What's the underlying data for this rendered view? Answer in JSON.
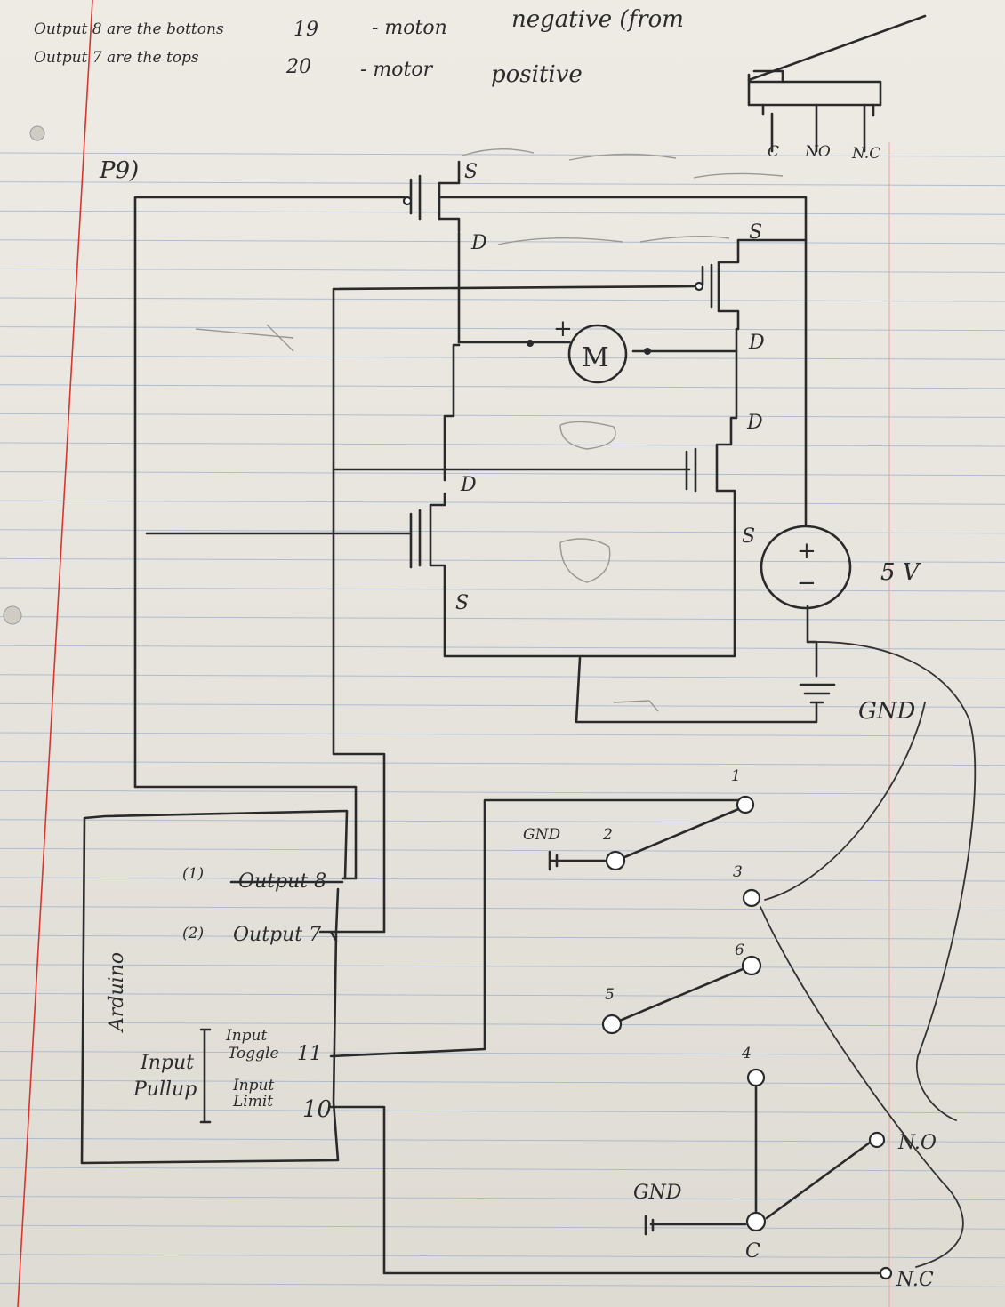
{
  "notes": {
    "line1": "Output 8 are the bottons",
    "line2": "Output 7 are the tops",
    "pin19": "19",
    "pin19_desc": "- moton",
    "pin19_desc2": "negative (from",
    "pin20": "20",
    "pin20_desc": "- motor",
    "pin20_desc2": "positive"
  },
  "switch_top": {
    "c": "C",
    "no": "NO",
    "nc": "N.C"
  },
  "labels": {
    "p9": "P9)",
    "source": "S",
    "drain": "D",
    "motor": "M",
    "plus": "+",
    "minus": "−",
    "volts": "5 V",
    "gnd": "GND",
    "arduino": "Arduino",
    "out8_num": "(1)",
    "out8": "Output 8",
    "out7_num": "(2)",
    "out7": "Output 7",
    "input_pullup_1": "Input",
    "input_pullup_2": "Pullup",
    "input_toggle_1": "Input",
    "input_toggle_2": "Toggle",
    "pin11": "11",
    "input_limit_1": "Input",
    "input_limit_2": "Limit",
    "pin10": "10",
    "n1": "1",
    "n2": "2",
    "n3": "3",
    "n4": "4",
    "n5": "5",
    "n6": "6",
    "no": "N.O",
    "nc": "N.C",
    "c": "C"
  },
  "colors": {
    "margin": "#d9352f",
    "rule": "#9fb4cf",
    "ink": "#2a2a2a"
  }
}
